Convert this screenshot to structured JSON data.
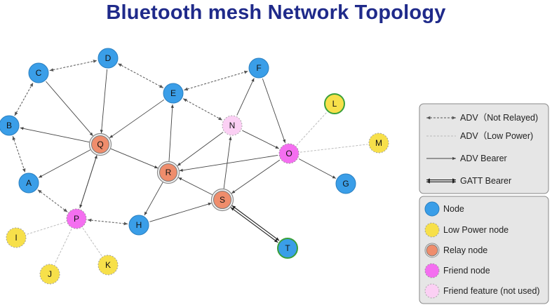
{
  "title": "Bluetooth mesh Network Topology",
  "colors": {
    "node": "#3a9ee8",
    "low_power": "#f7e04a",
    "relay": "#ef8d6c",
    "friend": "#f46ff0",
    "friend_unused": "#fbd0f4",
    "low_power_ring": "#3aa03a",
    "line": "#444444"
  },
  "nodes": [
    {
      "id": "A",
      "type": "node"
    },
    {
      "id": "B",
      "type": "node"
    },
    {
      "id": "C",
      "type": "node"
    },
    {
      "id": "D",
      "type": "node"
    },
    {
      "id": "E",
      "type": "node"
    },
    {
      "id": "F",
      "type": "node"
    },
    {
      "id": "G",
      "type": "node"
    },
    {
      "id": "H",
      "type": "node"
    },
    {
      "id": "Q",
      "type": "relay"
    },
    {
      "id": "R",
      "type": "relay"
    },
    {
      "id": "S",
      "type": "relay"
    },
    {
      "id": "N",
      "type": "friend_unused"
    },
    {
      "id": "O",
      "type": "friend"
    },
    {
      "id": "P",
      "type": "friend"
    },
    {
      "id": "L",
      "type": "low_power_active"
    },
    {
      "id": "M",
      "type": "low_power"
    },
    {
      "id": "I",
      "type": "low_power"
    },
    {
      "id": "J",
      "type": "low_power"
    },
    {
      "id": "K",
      "type": "low_power"
    },
    {
      "id": "T",
      "type": "node_gatt"
    }
  ],
  "edges": [
    {
      "from": "C",
      "to": "D",
      "kind": "adv_not_relayed"
    },
    {
      "from": "B",
      "to": "C",
      "kind": "adv_not_relayed"
    },
    {
      "from": "B",
      "to": "A",
      "kind": "adv_not_relayed"
    },
    {
      "from": "A",
      "to": "P",
      "kind": "adv_not_relayed"
    },
    {
      "from": "P",
      "to": "H",
      "kind": "adv_not_relayed"
    },
    {
      "from": "E",
      "to": "D",
      "kind": "adv_not_relayed"
    },
    {
      "from": "E",
      "to": "F",
      "kind": "adv_not_relayed"
    },
    {
      "from": "E",
      "to": "N",
      "kind": "adv_not_relayed"
    },
    {
      "from": "O",
      "to": "L",
      "kind": "adv_low_power"
    },
    {
      "from": "O",
      "to": "M",
      "kind": "adv_low_power"
    },
    {
      "from": "P",
      "to": "I",
      "kind": "adv_low_power"
    },
    {
      "from": "P",
      "to": "J",
      "kind": "adv_low_power"
    },
    {
      "from": "P",
      "to": "K",
      "kind": "adv_low_power"
    },
    {
      "from": "C",
      "to": "Q",
      "kind": "adv_bearer"
    },
    {
      "from": "D",
      "to": "Q",
      "kind": "adv_bearer"
    },
    {
      "from": "Q",
      "to": "B",
      "kind": "adv_bearer"
    },
    {
      "from": "Q",
      "to": "A",
      "kind": "adv_bearer"
    },
    {
      "from": "Q",
      "to": "P",
      "kind": "adv_bearer"
    },
    {
      "from": "P",
      "to": "Q",
      "kind": "adv_bearer"
    },
    {
      "from": "Q",
      "to": "R",
      "kind": "adv_bearer"
    },
    {
      "from": "E",
      "to": "Q",
      "kind": "adv_bearer"
    },
    {
      "from": "R",
      "to": "E",
      "kind": "adv_bearer"
    },
    {
      "from": "N",
      "to": "F",
      "kind": "adv_bearer"
    },
    {
      "from": "N",
      "to": "R",
      "kind": "adv_bearer"
    },
    {
      "from": "R",
      "to": "H",
      "kind": "adv_bearer"
    },
    {
      "from": "S",
      "to": "R",
      "kind": "adv_bearer"
    },
    {
      "from": "H",
      "to": "S",
      "kind": "adv_bearer"
    },
    {
      "from": "S",
      "to": "N",
      "kind": "adv_bearer"
    },
    {
      "from": "O",
      "to": "S",
      "kind": "adv_bearer"
    },
    {
      "from": "F",
      "to": "O",
      "kind": "adv_bearer"
    },
    {
      "from": "O",
      "to": "R",
      "kind": "adv_bearer"
    },
    {
      "from": "N",
      "to": "O",
      "kind": "adv_bearer"
    },
    {
      "from": "O",
      "to": "G",
      "kind": "adv_bearer"
    },
    {
      "from": "S",
      "to": "T",
      "kind": "gatt_bearer"
    }
  ],
  "legend_lines": [
    {
      "label": "ADV（Not Relayed)",
      "kind": "adv_not_relayed"
    },
    {
      "label": "ADV（Low Power)",
      "kind": "adv_low_power"
    },
    {
      "label": "ADV Bearer",
      "kind": "adv_bearer"
    },
    {
      "label": "GATT Bearer",
      "kind": "gatt_bearer"
    }
  ],
  "legend_nodes": [
    {
      "label": "Node",
      "type": "node"
    },
    {
      "label": "Low Power node",
      "type": "low_power"
    },
    {
      "label": "Relay node",
      "type": "relay"
    },
    {
      "label": "Friend node",
      "type": "friend"
    },
    {
      "label": "Friend feature (not used)",
      "type": "friend_unused"
    }
  ]
}
